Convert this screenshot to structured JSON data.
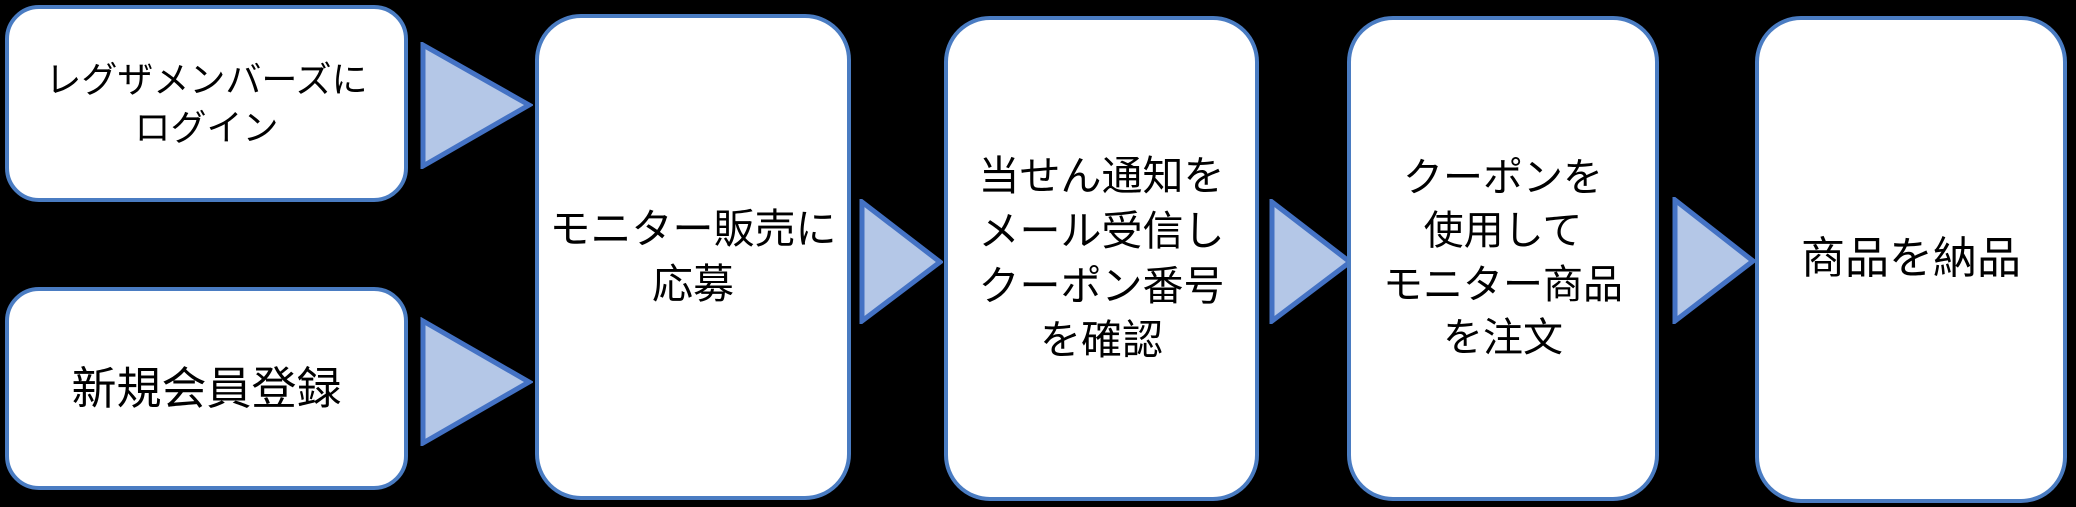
{
  "colors": {
    "background": "#000000",
    "box_fill": "#ffffff",
    "box_border": "#4a7cc2",
    "arrow_fill": "#b4c7e7",
    "arrow_border": "#4472c4",
    "text": "#000000"
  },
  "flow": {
    "boxes": [
      {
        "id": "regza-members-login",
        "text": "レグザメンバーズに\nログイン"
      },
      {
        "id": "new-member-register",
        "text": "新規会員登録"
      },
      {
        "id": "monitor-sale-apply",
        "text": "モニター販売に\n応募"
      },
      {
        "id": "winning-notice-coupon",
        "text": "当せん通知を\nメール受信し\nクーポン番号\nを確認"
      },
      {
        "id": "coupon-order",
        "text": "クーポンを\n使用して\nモニター商品\nを注文"
      },
      {
        "id": "product-delivery",
        "text": "商品を納品"
      }
    ]
  }
}
